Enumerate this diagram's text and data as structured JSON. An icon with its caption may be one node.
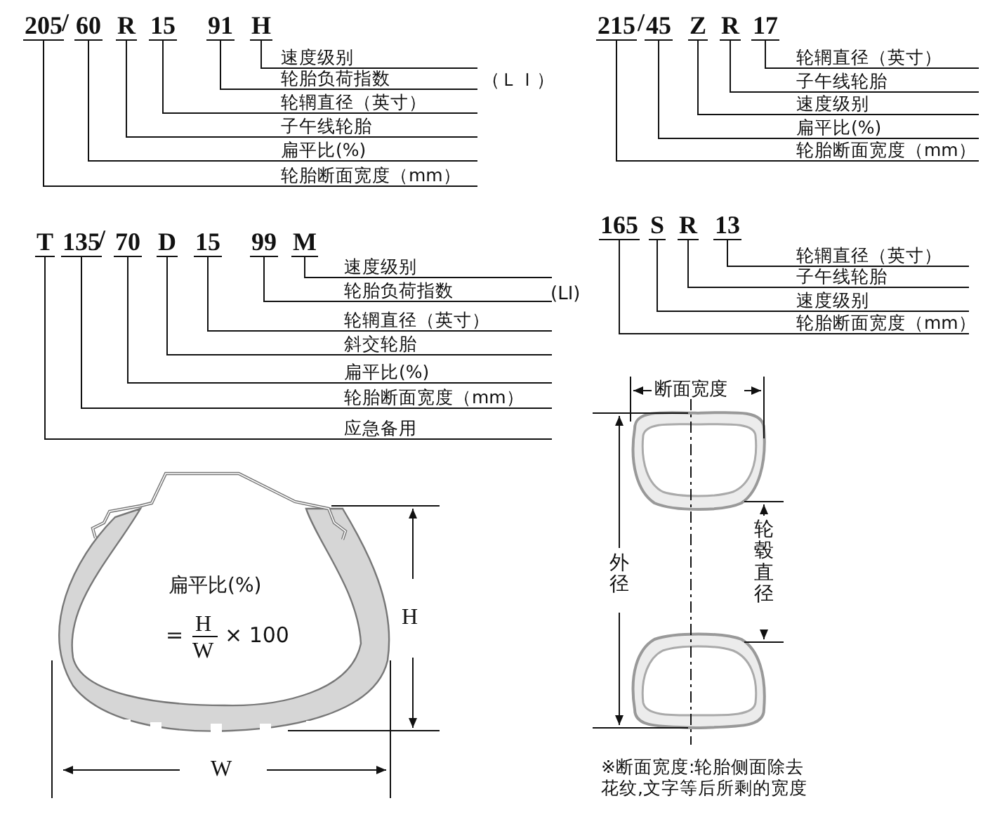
{
  "diagram": {
    "nodes": [
      {
        "text": [
          "205"
        ]
      },
      {
        "text": [
          "60"
        ]
      },
      {
        "text": [
          "R"
        ]
      },
      {
        "text": [
          "15"
        ]
      },
      {
        "text": [
          "91"
        ]
      },
      {
        "text": [
          "H"
        ]
      },
      {
        "text": [
          "速度级别"
        ]
      },
      {
        "text": [
          "轮胎负荷指数"
        ],
        "beside": [
          "（ＬＩ）"
        ]
      },
      {
        "text": [
          "轮辋直径（英寸）"
        ]
      },
      {
        "text": [
          "子午线轮胎"
        ]
      },
      {
        "text": [
          "扁平比(%)"
        ]
      },
      {
        "text": [
          "轮胎断面宽度（mm）"
        ]
      },
      {
        "text": [
          "215"
        ]
      },
      {
        "text": [
          "45"
        ]
      },
      {
        "text": [
          "Z"
        ]
      },
      {
        "text": [
          "R"
        ]
      },
      {
        "text": [
          "17"
        ]
      },
      {
        "text": [
          "轮辋直径（英寸）"
        ]
      },
      {
        "text": [
          "子午线轮胎"
        ]
      },
      {
        "text": [
          "速度级别"
        ]
      },
      {
        "text": [
          "扁平比(%)"
        ]
      },
      {
        "text": [
          "轮胎断面宽度（mm）"
        ]
      },
      {
        "text": [
          "T"
        ]
      },
      {
        "text": [
          "135"
        ]
      },
      {
        "text": [
          "70"
        ]
      },
      {
        "text": [
          "D"
        ]
      },
      {
        "text": [
          "15"
        ]
      },
      {
        "text": [
          "99"
        ]
      },
      {
        "text": [
          "M"
        ]
      },
      {
        "text": [
          "速度级别"
        ]
      },
      {
        "text": [
          "轮胎负荷指数"
        ],
        "beside": [
          "(LI)"
        ]
      },
      {
        "text": [
          "轮辋直径（英寸）"
        ]
      },
      {
        "text": [
          "斜交轮胎"
        ]
      },
      {
        "text": [
          "扁平比(%)"
        ]
      },
      {
        "text": [
          "轮胎断面宽度（mm）"
        ]
      },
      {
        "text": [
          "应急备用"
        ]
      },
      {
        "text": [
          "165"
        ]
      },
      {
        "text": [
          "S"
        ]
      },
      {
        "text": [
          "R"
        ]
      },
      {
        "text": [
          "13"
        ]
      },
      {
        "text": [
          "轮辋直径（英寸）"
        ]
      },
      {
        "text": [
          "子午线轮胎"
        ]
      },
      {
        "text": [
          "速度级别"
        ]
      },
      {
        "text": [
          "轮胎断面宽度（mm）"
        ]
      }
    ],
    "edges": [
      {
        "from": 5,
        "to": 6,
        "arrow": "none"
      },
      {
        "from": 4,
        "to": 7,
        "arrow": "none"
      },
      {
        "from": 3,
        "to": 8,
        "arrow": "none"
      },
      {
        "from": 2,
        "to": 9,
        "arrow": "none"
      },
      {
        "from": 1,
        "to": 10,
        "arrow": "none"
      },
      {
        "from": 0,
        "to": 11,
        "arrow": "none"
      },
      {
        "from": 16,
        "to": 17,
        "arrow": "none"
      },
      {
        "from": 15,
        "to": 18,
        "arrow": "none"
      },
      {
        "from": 14,
        "to": 19,
        "arrow": "none"
      },
      {
        "from": 13,
        "to": 20,
        "arrow": "none"
      },
      {
        "from": 12,
        "to": 21,
        "arrow": "none"
      },
      {
        "from": 28,
        "to": 29,
        "arrow": "none"
      },
      {
        "from": 27,
        "to": 30,
        "arrow": "none"
      },
      {
        "from": 26,
        "to": 31,
        "arrow": "none"
      },
      {
        "from": 25,
        "to": 32,
        "arrow": "none"
      },
      {
        "from": 24,
        "to": 33,
        "arrow": "none"
      },
      {
        "from": 23,
        "to": 34,
        "arrow": "none"
      },
      {
        "from": 22,
        "to": 35,
        "arrow": "none"
      },
      {
        "from": 39,
        "to": 40,
        "arrow": "none"
      },
      {
        "from": 38,
        "to": 41,
        "arrow": "none"
      },
      {
        "from": 37,
        "to": 42,
        "arrow": "none"
      },
      {
        "from": 36,
        "to": 43,
        "arrow": "none"
      }
    ],
    "labels": [
      "/",
      "/",
      "/",
      "扁平比(%)",
      "=",
      "H",
      "W",
      "× 100",
      "H",
      "W",
      "断面宽度",
      "外径",
      "轮毂直径",
      "※断面宽度:轮胎侧面除去花纹,文字等后所剩的宽度"
    ]
  }
}
